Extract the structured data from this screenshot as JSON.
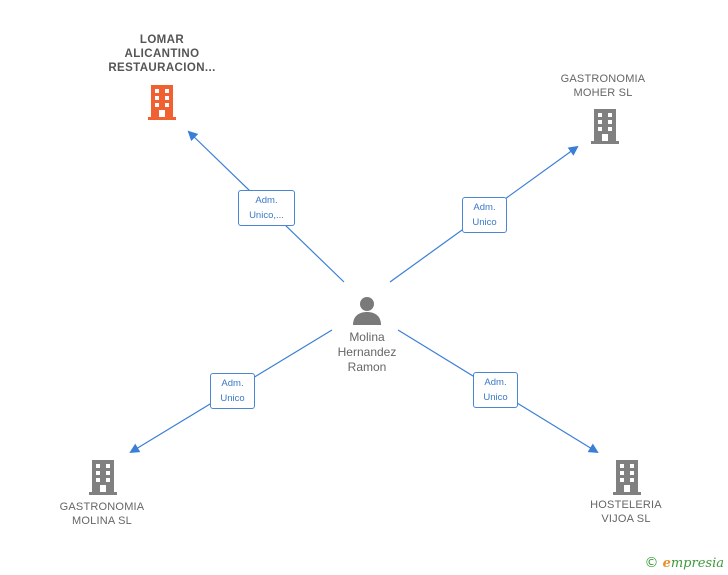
{
  "person": {
    "name": "Molina\nHernandez\nRamon"
  },
  "companies": {
    "lomar": {
      "name": "LOMAR\nALICANTINO\nRESTAURACION..."
    },
    "moher": {
      "name": "GASTRONOMIA\nMOHER  SL"
    },
    "molina": {
      "name": "GASTRONOMIA\nMOLINA SL"
    },
    "vijoa": {
      "name": "HOSTELERIA\nVIJOA SL"
    }
  },
  "edges": {
    "lomar": "Adm.\nUnico,...",
    "moher": "Adm.\nUnico",
    "molina": "Adm.\nUnico",
    "vijoa": "Adm.\nUnico"
  },
  "colors": {
    "edge": "#3a7fd6",
    "building": "#808080",
    "building_highlight": "#f06030",
    "person": "#7a7a7a"
  },
  "icons": {
    "company": "building-icon",
    "person": "person-icon"
  },
  "brand": {
    "copyright": "©",
    "e": "e",
    "rest": "mpresia"
  }
}
